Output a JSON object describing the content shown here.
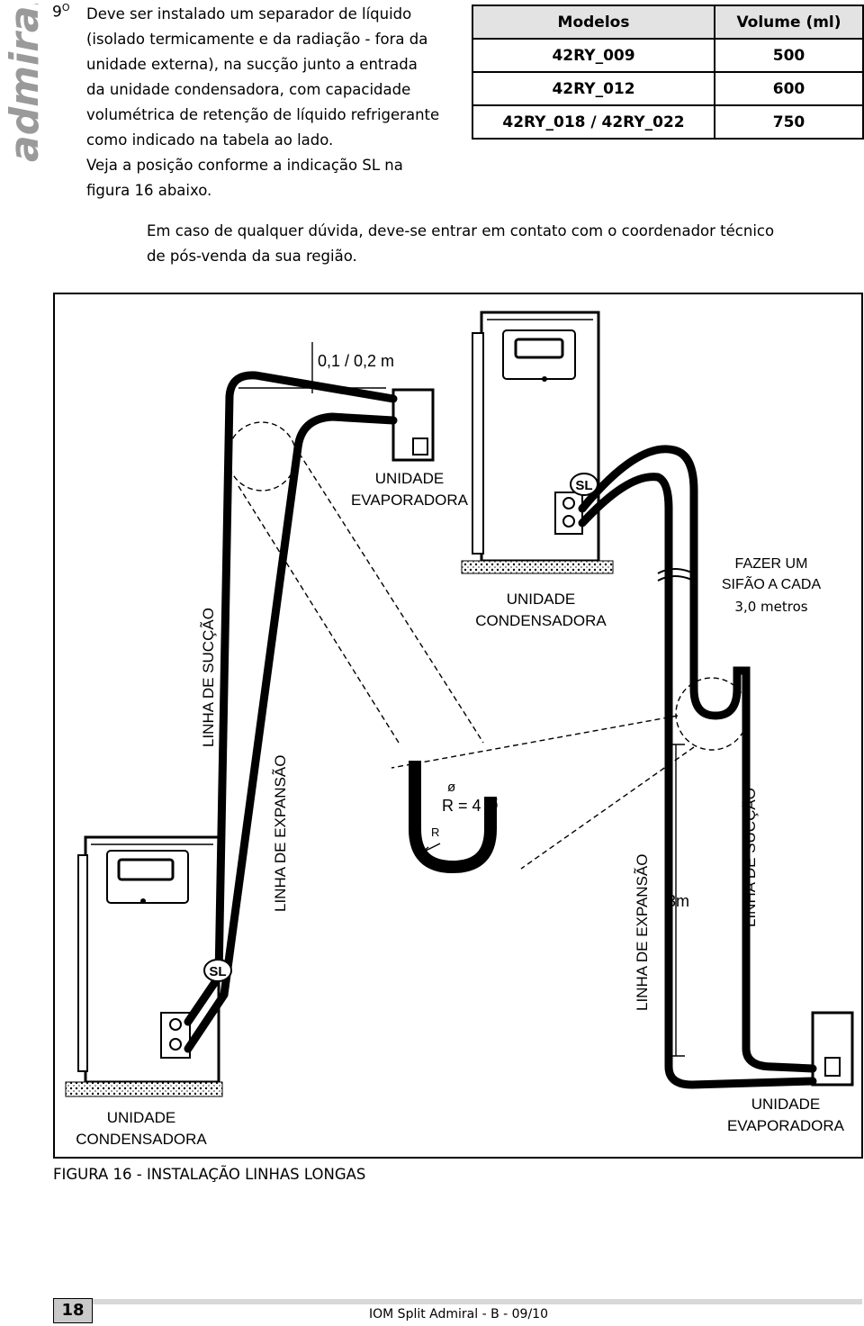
{
  "brand": "admiral",
  "step": {
    "number": "9",
    "suffix": "O",
    "lines": [
      "Deve ser instalado um separador de líquido",
      "(isolado termicamente e da radiação - fora da",
      "unidade externa), na sucção junto a entrada",
      "da unidade condensadora, com capacidade",
      "volumétrica de retenção de líquido refrigerante",
      "como indicado na tabela ao lado.",
      "Veja a posição conforme a indicação SL na",
      "figura 16 abaixo."
    ]
  },
  "table": {
    "headers": [
      "Modelos",
      "Volume (ml)"
    ],
    "rows": [
      [
        "42RY_009",
        "500"
      ],
      [
        "42RY_012",
        "600"
      ],
      [
        "42RY_018 / 42RY_022",
        "750"
      ]
    ]
  },
  "note": [
    "Em caso de qualquer dúvida, deve-se entrar em contato com o coordenador técnico",
    "de pós-venda da sua região."
  ],
  "figure": {
    "dim_top": "0,1 / 0,2 m",
    "evap_top": [
      "UNIDADE",
      "EVAPORADORA"
    ],
    "sl": "SL",
    "cond_right": [
      "UNIDADE",
      "CONDENSADORA"
    ],
    "siphon": [
      "FAZER UM",
      "SIFÃO A CADA",
      "3,0 metros"
    ],
    "suction_left": "LINHA DE SUCÇÃO",
    "expansion_left": "LINHA DE EXPANSÃO",
    "phi": "ø",
    "bend_radius": "R = 4 Ø",
    "r_label": "R",
    "expansion_right": "LINHA DE EXPANSÃO",
    "height_3m": "3m",
    "suction_right": "LINHA DE SUCÇÃO",
    "cond_left": [
      "UNIDADE",
      "CONDENSADORA"
    ],
    "evap_bottom": [
      "UNIDADE",
      "EVAPORADORA"
    ]
  },
  "caption": "FIGURA 16 - INSTALAÇÃO LINHAS LONGAS",
  "page_number": "18",
  "doc_ref": "IOM Split Admiral - B - 09/10"
}
